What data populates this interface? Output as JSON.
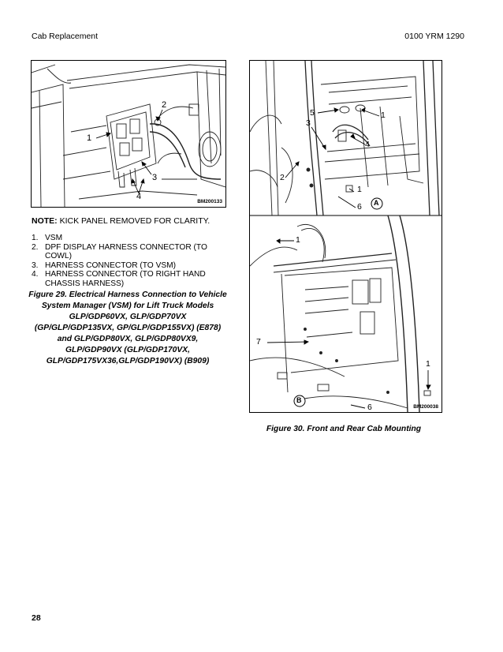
{
  "header": {
    "left": "Cab Replacement",
    "right": "0100 YRM 1290"
  },
  "figure29": {
    "image_code": "BM200133",
    "callouts": [
      "1",
      "2",
      "3",
      "4"
    ],
    "note_label": "NOTE:",
    "note_text": " KICK PANEL REMOVED FOR CLARITY.",
    "legend": [
      {
        "num": "1.",
        "text": "VSM"
      },
      {
        "num": "2.",
        "text": "DPF DISPLAY HARNESS CONNECTOR (TO COWL)"
      },
      {
        "num": "3.",
        "text": "HARNESS CONNECTOR (TO VSM)"
      },
      {
        "num": "4.",
        "text": "HARNESS CONNECTOR (TO RIGHT HAND CHASSIS HARNESS)"
      }
    ],
    "caption": "Figure 29. Electrical Harness Connection to Vehicle System Manager (VSM) for Lift Truck Models GLP/GDP60VX, GLP/GDP70VX (GP/GLP/GDP135VX, GP/GLP/GDP155VX) (E878) and GLP/GDP80VX, GLP/GDP80VX9, GLP/GDP90VX (GLP/GDP170VX, GLP/GDP175VX36,GLP/GDP190VX) (B909)"
  },
  "figure30": {
    "image_code": "BM200038",
    "panel_a_label": "A",
    "panel_b_label": "B",
    "callouts_a": [
      "5",
      "1",
      "3",
      "4",
      "1",
      "2",
      "6"
    ],
    "callouts_b": [
      "1",
      "7",
      "1",
      "6"
    ],
    "caption": "Figure 30. Front and Rear Cab Mounting"
  },
  "footer": {
    "page_number": "28"
  }
}
